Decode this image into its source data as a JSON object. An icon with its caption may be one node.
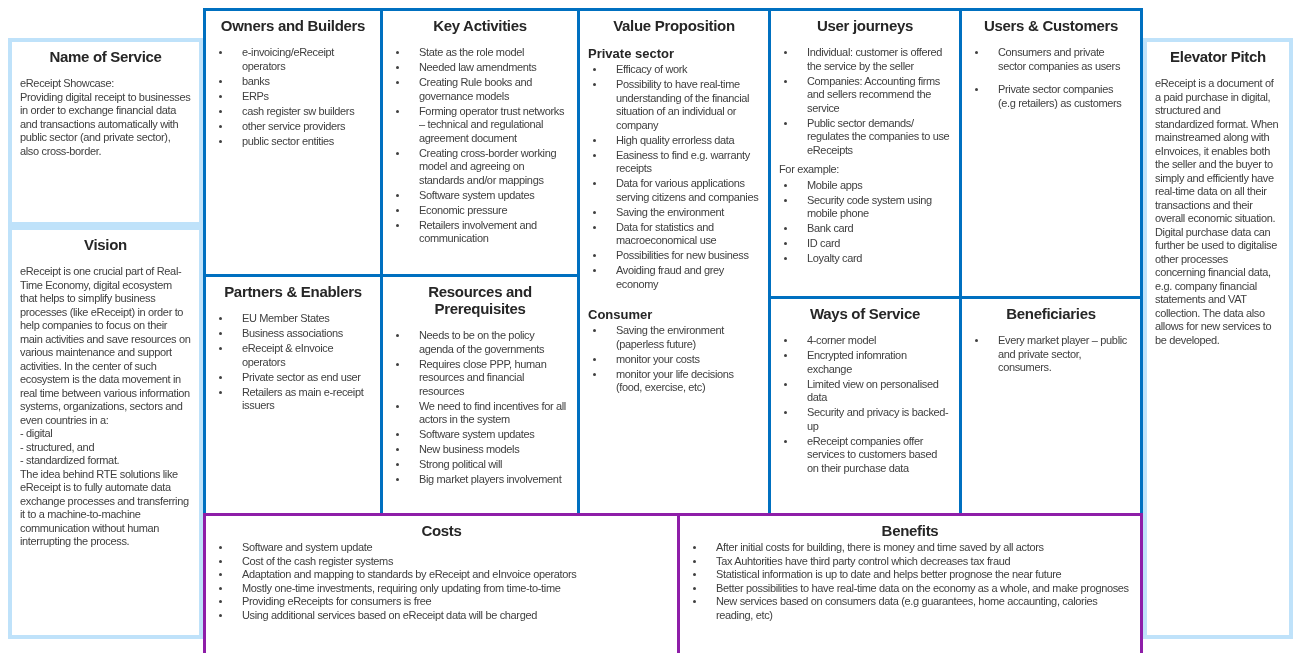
{
  "diagram": {
    "nodes": [
      {
        "text": [
          "Name of Service",
          "eReceipt Showcase:",
          "Providing digital receipt to businesses in order to exchange financial data and transactions automatically with public sector (and private sector), also cross-border."
        ]
      },
      {
        "text": [
          "Vision",
          "eReceipt is one crucial part of Real-Time Economy, digital ecosystem that helps to simplify business processes (like eReceipt) in order to help companies to focus on their main activities and save resources on various maintenance and support activities. In the center of such ecosystem is the data movement in real time between various information systems, organizations, sectors and even countries in a:",
          "- digital",
          "- structured, and",
          "- standardized format.",
          "The idea behind RTE solutions like eReceipt is to fully automate data exchange processes and transferring it to a machine-to-machine communication without human interrupting the process."
        ]
      },
      {
        "text": [
          "Owners and Builders",
          "e-invoicing/eReceipt operators",
          "banks",
          "ERPs",
          "cash register sw builders",
          "other service providers",
          "public sector entities"
        ]
      },
      {
        "text": [
          "Key Activities",
          "State as the role model",
          "Needed law amendments",
          "Creating Rule books and governance models",
          "Forming operator trust networks – technical and regulational agreement document",
          "Creating cross-border working model and agreeing on standards and/or mappings",
          "Software system updates",
          "Economic pressure",
          "Retailers involvement and communication"
        ]
      },
      {
        "text": [
          "Value Proposition",
          "Private sector",
          "Efficacy of work",
          "Possibility to have real-time understanding of the financial situation of an individual or company",
          "High quality errorless data",
          "Easiness to find e.g. warranty receipts",
          "Data for various applications serving citizens and companies",
          "Saving the environment",
          "Data for statistics and macroeconomical use",
          "Possibilities for new business",
          "Avoiding fraud and grey economy",
          "Consumer",
          "Saving the environment (paperless future)",
          "monitor your costs",
          "monitor your life decisions (food, exercise, etc)"
        ]
      },
      {
        "text": [
          "User journeys",
          "Individual: customer is offered the service by the seller",
          "Companies: Accounting firms and sellers recommend the service",
          "Public sector demands/ regulates the companies to use eReceipts",
          "For example:",
          "Mobile apps",
          "Security code system using mobile phone",
          "Bank card",
          "ID card",
          "Loyalty card"
        ]
      },
      {
        "text": [
          "Users & Customers",
          "Consumers and private sector companies as users",
          "Private sector companies (e.g retailers) as customers"
        ]
      },
      {
        "text": [
          "Elevator Pitch",
          "eReceipt is a document of a paid purchase in digital, structured and standardized format. When mainstreamed along with eInvoices, it enables both the seller and the buyer to simply and efficiently have real-time data on all their transactions and their overall economic situation. Digital purchase data can further be used to digitalise other processes concerning financial data, e.g. company financial statements and VAT collection. The data also allows for new services to be developed."
        ]
      },
      {
        "text": [
          "Partners & Enablers",
          "EU Member States",
          "Business associations",
          "eReceipt & eInvoice operators",
          "Private sector as end user",
          "Retailers as main e-receipt issuers"
        ]
      },
      {
        "text": [
          "Resources and Prerequisites",
          "Needs to be on the policy agenda of the governments",
          "Requires close PPP, human resources and financial resources",
          "We need to find incentives for all actors in the system",
          "Software system updates",
          "New business models",
          "Strong political will",
          "Big market players involvement"
        ]
      },
      {
        "text": [
          "Ways of Service",
          "4-corner model",
          "Encrypted infomration exchange",
          "Limited view on personalised data",
          "Security and privacy is backed-up",
          "eReceipt companies offer services to customers based on their purchase data"
        ]
      },
      {
        "text": [
          "Beneficiaries",
          "Every market player – public and private sector, consumers."
        ]
      },
      {
        "text": [
          "Costs",
          "Software and system update",
          "Cost of the cash register systems",
          "Adaptation and mapping to standards by eReceipt and eInvoice operators",
          "Mostly one-time investments, requiring only updating from time-to-time",
          "Providing eReceipts for consumers is free",
          "Using additional services based on eReceipt data will be charged"
        ]
      },
      {
        "text": [
          "Benefits",
          "After initial costs for building, there is money and time saved by all actors",
          "Tax Auhtorities have third party control which decreases tax fraud",
          "Statistical information is up to date and helps better prognose the near future",
          "Better possibilities to have real-time data on the economy as a whole, and make prognoses",
          "New services based on consumers data (e.g guarantees, home accaunting, calories reading, etc)"
        ]
      }
    ],
    "edges": []
  }
}
